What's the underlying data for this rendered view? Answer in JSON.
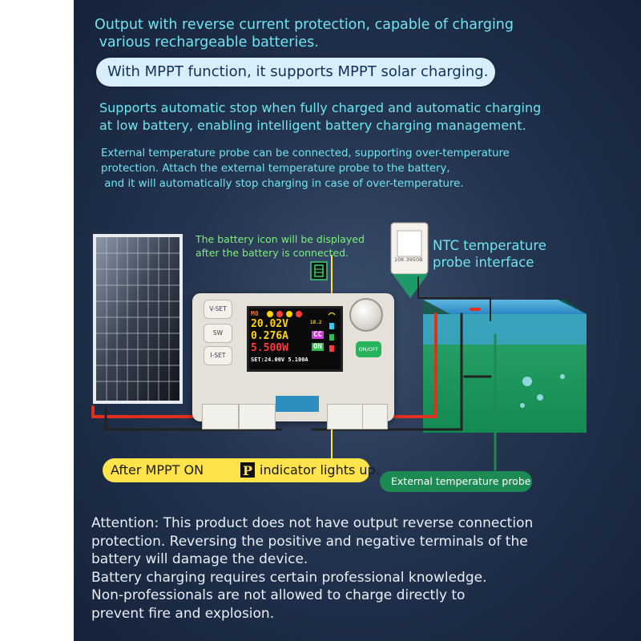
{
  "header": {
    "line1": "Output with reverse current protection, capable of charging",
    "line2": " various rechargeable batteries.",
    "mppt_pill": "With MPPT function, it supports MPPT solar charging.",
    "auto_line1": "Supports automatic stop when fully charged and automatic charging",
    "auto_line2": "at low battery, enabling intelligent battery charging management.",
    "temp_line1": "External temperature probe can be connected, supporting over-temperature",
    "temp_line2": "protection. Attach the external temperature probe to the battery,",
    "temp_line3": " and it will automatically stop charging in case of over-temperature."
  },
  "callouts": {
    "battery_note_line1": "The battery icon will be displayed",
    "battery_note_line2": "after the battery is connected.",
    "ntc_line1": "NTC temperature",
    "ntc_line2": "probe interface",
    "mppt_banner_before": "After MPPT ON",
    "mppt_banner_icon": "P",
    "mppt_banner_after": "indicator lights up.",
    "probe_label": "External temperature probe"
  },
  "device": {
    "btn_vset": "V-SET",
    "btn_sw": "SW",
    "btn_iset": "I-SET",
    "btn_onoff": "ON/OFF",
    "lcd_mode": "M0",
    "lcd_voltage": "20.02V",
    "lcd_current": "0.276A",
    "lcd_power": "5.500W",
    "lcd_cc": "CC",
    "lcd_on": "ON",
    "lcd_temp": "18.2",
    "lcd_set": "SET:24.00V 5.100A",
    "ntc_part_label": "10K 3950B"
  },
  "attention": {
    "line1": "Attention: This product does not have output reverse connection",
    "line2": "protection. Reversing the positive and negative terminals of the",
    "line3": "battery will damage the device.",
    "line4": "Battery charging requires certain professional knowledge.",
    "line5": "Non-professionals are not allowed to charge directly to",
    "line6": "prevent fire and explosion."
  },
  "colors": {
    "cyan_text": "#6fe3f0",
    "green_note": "#7cf07c",
    "banner_yellow": "#ffe34a",
    "probe_green": "#1c8a52"
  }
}
